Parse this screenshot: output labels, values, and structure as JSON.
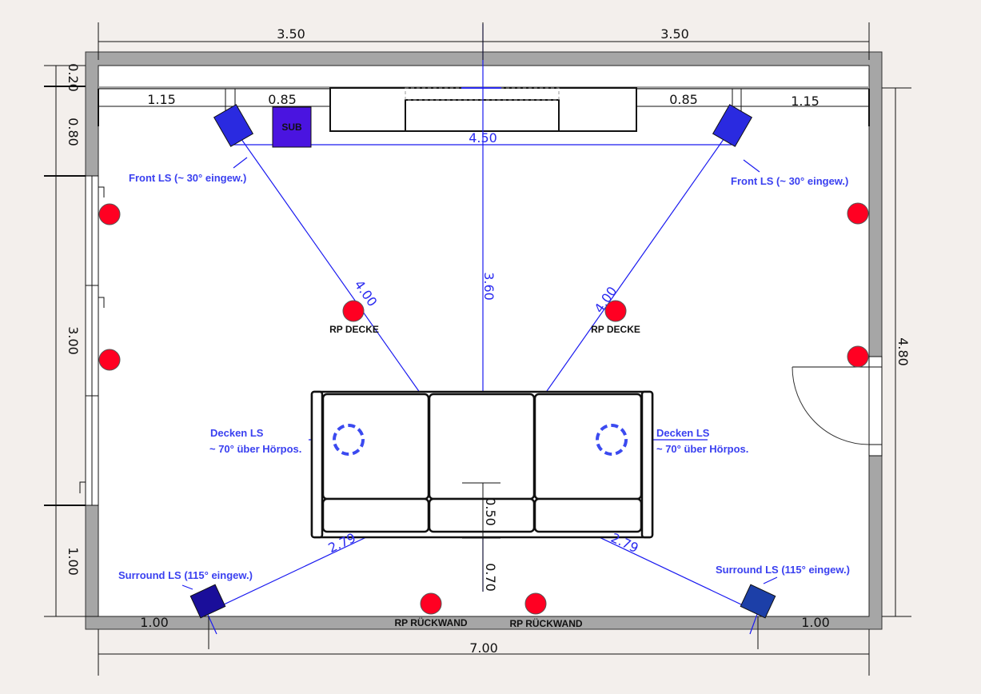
{
  "plan": {
    "dimensions": {
      "top_left": "3.50",
      "top_right": "3.50",
      "left_020": "0.20",
      "left_080": "0.80",
      "left_300": "3.00",
      "left_100": "1.00",
      "right_total": "4.80",
      "bottom_total": "7.00",
      "bottom_left": "1.00",
      "bottom_right": "1.00",
      "front_left_wall": "1.15",
      "front_left_gap": "0.85",
      "front_right_gap": "0.85",
      "front_right_wall": "1.15",
      "front_spacing": "4.50",
      "center_depth": "3.60",
      "diag_left": "4.00",
      "diag_right": "4.00",
      "sofa_offset": "0.50",
      "rear_offset": "0.70",
      "surround_left": "2.79",
      "surround_right": "2.79"
    },
    "labels": {
      "sub": "SUB",
      "front_ls_left": "Front LS (~ 30° eingew.)",
      "front_ls_right": "Front LS (~ 30° eingew.)",
      "rp_decke_left": "RP DECKE",
      "rp_decke_right": "RP DECKE",
      "decken_ls_left_1": "Decken LS",
      "decken_ls_left_2": "~ 70° über Hörpos.",
      "decken_ls_right_1": "Decken LS",
      "decken_ls_right_2": "~ 70° über Hörpos.",
      "surround_left": "Surround LS (115° eingew.)",
      "surround_right": "Surround LS (115° eingew.)",
      "rp_rueckwand_left": "RP RÜCKWAND",
      "rp_rueckwand_right": "RP RÜCKWAND"
    },
    "colors": {
      "wall": "#a6a6a6",
      "line": "#1a1af0",
      "label": "#3a40f0",
      "reflection_point": "#ff0022",
      "front_speaker": "#2a2ae0",
      "sub": "#4a14e0",
      "surround_left": "#1a0e9a",
      "surround_right": "#1c3fa8"
    }
  }
}
